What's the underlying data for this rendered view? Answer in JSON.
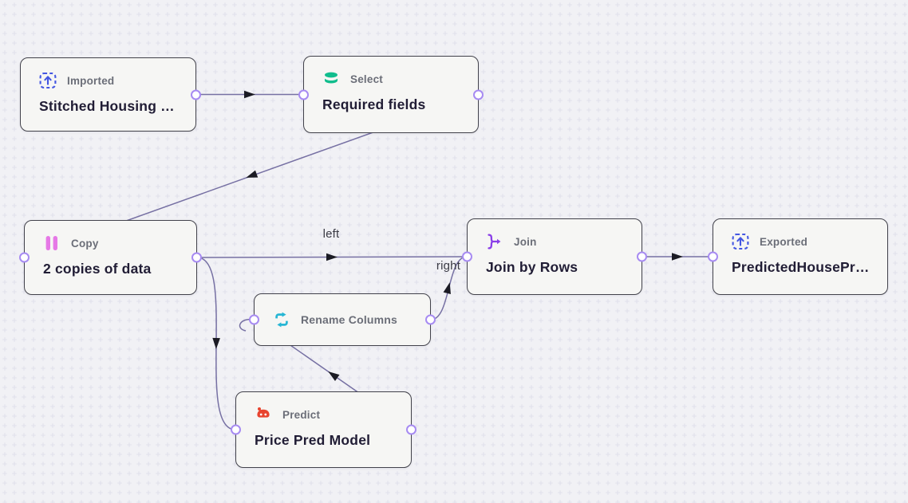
{
  "nodes": {
    "imported": {
      "type_label": "Imported",
      "title": "Stitched Housing …",
      "icon": "import-icon",
      "accent": "#4356e2"
    },
    "select": {
      "type_label": "Select",
      "title": "Required fields",
      "icon": "database-icon",
      "accent": "#11bd8d"
    },
    "copy": {
      "type_label": "Copy",
      "title": "2 copies of data",
      "icon": "copy-icon",
      "accent": "#e678e6"
    },
    "join": {
      "type_label": "Join",
      "title": "Join by Rows",
      "icon": "join-icon",
      "accent": "#8a3fe8"
    },
    "exported": {
      "type_label": "Exported",
      "title": "PredictedHousePr…",
      "icon": "export-icon",
      "accent": "#4356e2"
    },
    "rename": {
      "type_label": "Rename Columns",
      "icon": "rename-swap-icon",
      "accent": "#27b6d4"
    },
    "predict": {
      "type_label": "Predict",
      "title": "Price Pred Model",
      "icon": "robot-icon",
      "accent": "#e8432e"
    }
  },
  "edge_labels": {
    "left": "left",
    "right": "right"
  },
  "edges": [
    {
      "from": "imported",
      "to": "select"
    },
    {
      "from": "select",
      "to": "copy"
    },
    {
      "from": "copy",
      "to": "join",
      "label": "left"
    },
    {
      "from": "copy",
      "to": "predict"
    },
    {
      "from": "predict",
      "to": "rename"
    },
    {
      "from": "rename",
      "to": "join",
      "label": "right"
    },
    {
      "from": "join",
      "to": "exported"
    }
  ],
  "colors": {
    "canvas_background": "#f1f1f5",
    "grid_plus": "#e1e1eb",
    "node_background": "#f6f6f4",
    "node_border": "#42424b",
    "edge_stroke": "#7670a3",
    "arrowhead": "#1b1b24",
    "port_stroke": "#a78bf2",
    "type_label_text": "#6b6e78",
    "title_text": "#211d35"
  }
}
